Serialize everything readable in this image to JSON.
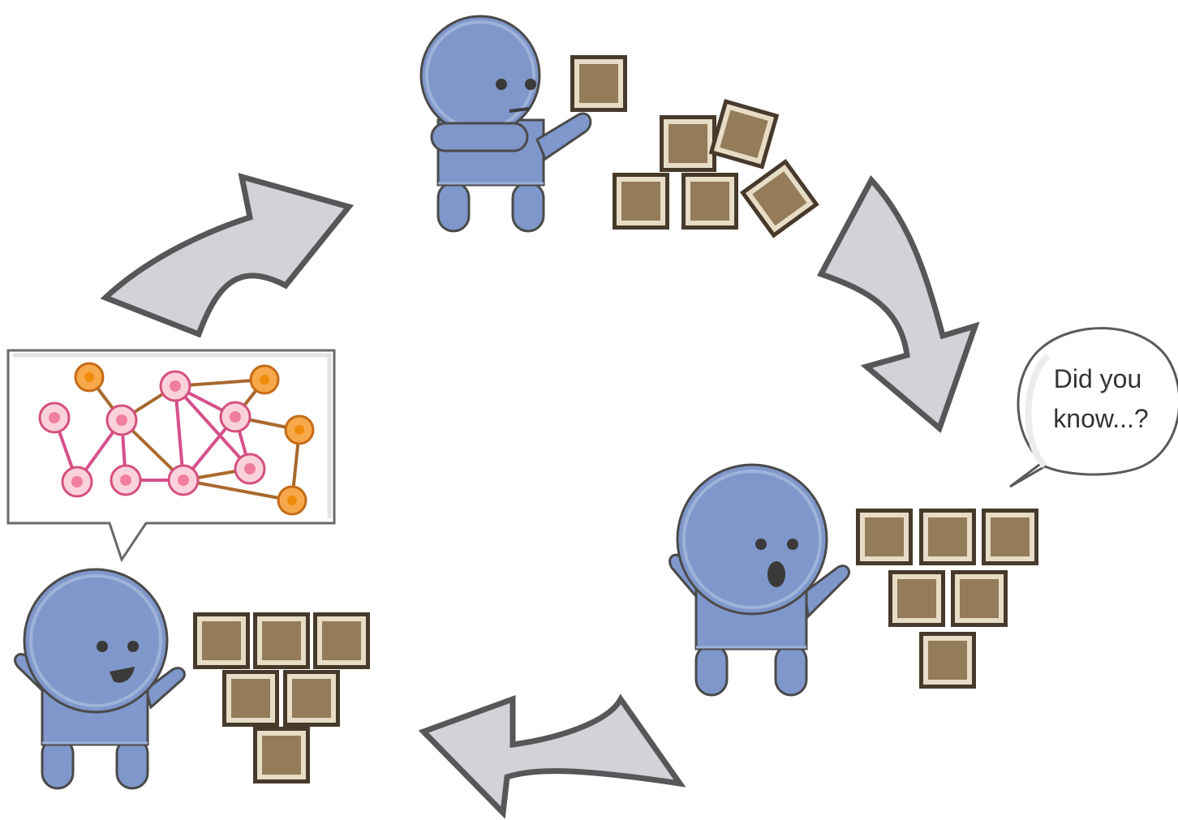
{
  "speech_bubble": {
    "line1": "Did you",
    "line2": "know...?"
  },
  "colors": {
    "figure_fill": "#7f97ca",
    "figure_stroke": "#5f6f93",
    "outline_dark": "#4a4a4a",
    "box_fill": "#947b59",
    "box_inner": "#e7dcc6",
    "box_frame": "#473a2b",
    "arrow_fill": "#d1d3d6",
    "arrow_stroke": "#555759",
    "node_pink_fill": "#f6a6bd",
    "node_pink_ring": "#d4507d",
    "node_orange_fill": "#f7a84a",
    "node_orange_ring": "#c46b18",
    "edge_pink": "#d6508c",
    "edge_brown": "#a8692e"
  },
  "icons": {
    "figures": [
      "thinking-figure",
      "surprised-figure",
      "happy-figure"
    ],
    "arrows": [
      "cycle-arrow-top-left",
      "cycle-arrow-right",
      "cycle-arrow-bottom"
    ],
    "box_piles": [
      "scattered-boxes",
      "stacked-boxes-right",
      "stacked-boxes-left"
    ],
    "knowledge_graph": "network-graph"
  }
}
